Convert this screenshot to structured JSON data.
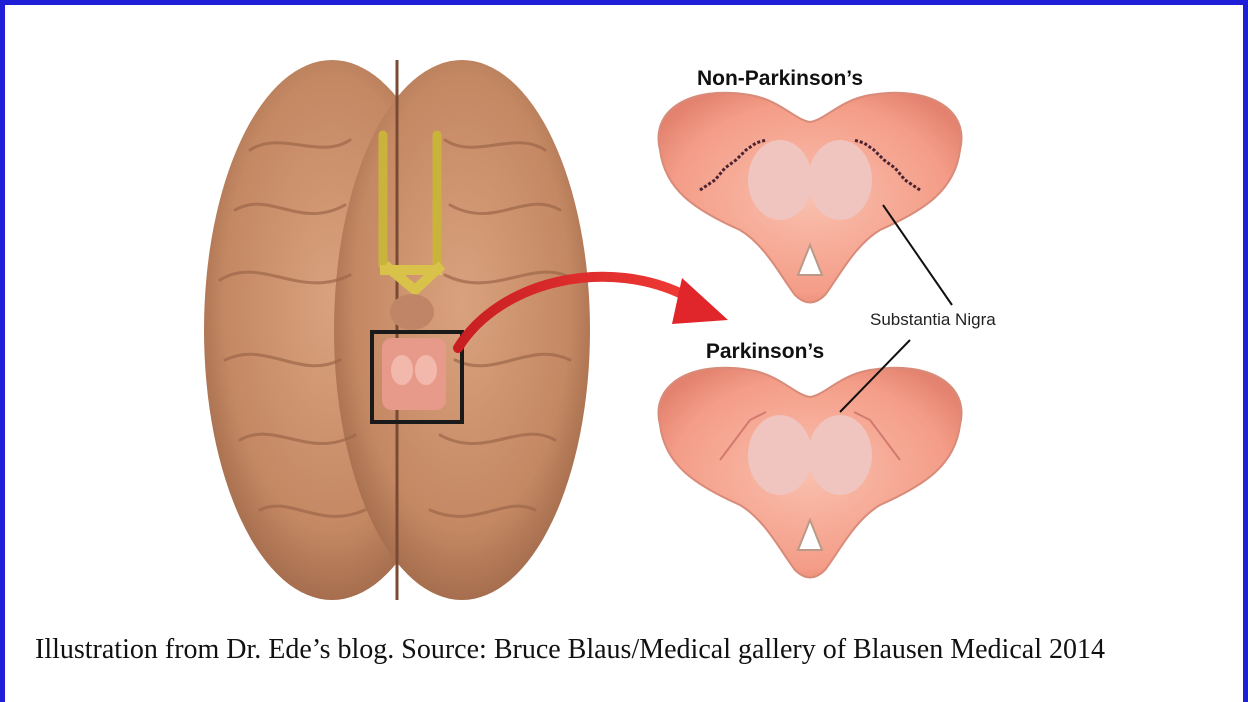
{
  "figure": {
    "top_label": "Non-Parkinson’s",
    "bottom_label": "Parkinson’s",
    "structure_label": "Substantia Nigra"
  },
  "caption": "Illustration from Dr. Ede’s blog.  Source: Bruce Blaus/Medical gallery of Blausen Medical 2014",
  "colors": {
    "border": "#1f1fd8",
    "brain": "#c98e69",
    "section": "#f4a08c",
    "arrow": "#e0262b"
  }
}
